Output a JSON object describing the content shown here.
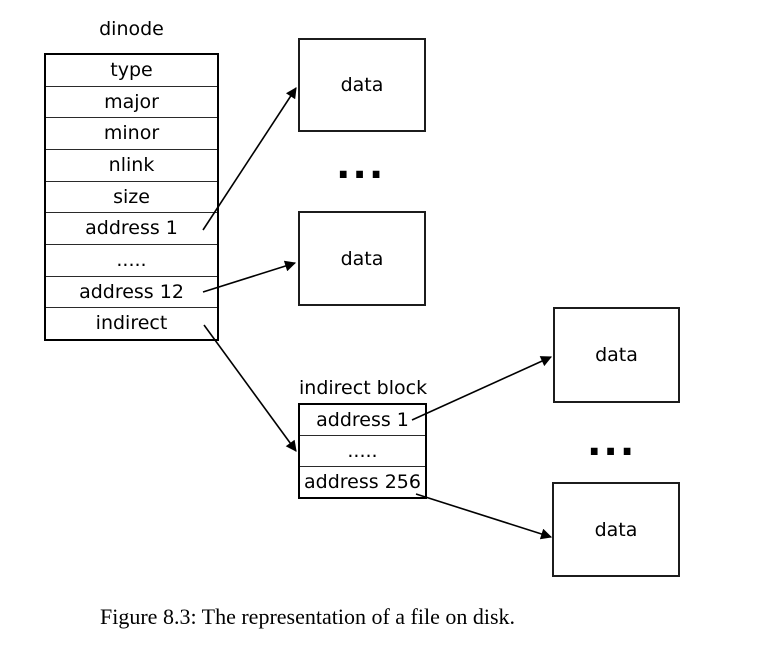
{
  "figure": {
    "dinode": {
      "label": "dinode",
      "rows": [
        "type",
        "major",
        "minor",
        "nlink",
        "size",
        "address 1",
        ".....",
        "address 12",
        "indirect"
      ]
    },
    "indirect_block": {
      "label": "indirect block",
      "rows": [
        "address 1",
        ".....",
        "address 256"
      ]
    },
    "data_boxes": [
      {
        "label": "data"
      },
      {
        "label": "data"
      },
      {
        "label": "data"
      },
      {
        "label": "data"
      }
    ],
    "ellipses": {
      "top": "...",
      "right": "..."
    },
    "colors": {
      "stroke": "#000000",
      "background": "#ffffff"
    }
  },
  "caption": {
    "text": "Figure 8.3: The representation of a file on disk."
  }
}
